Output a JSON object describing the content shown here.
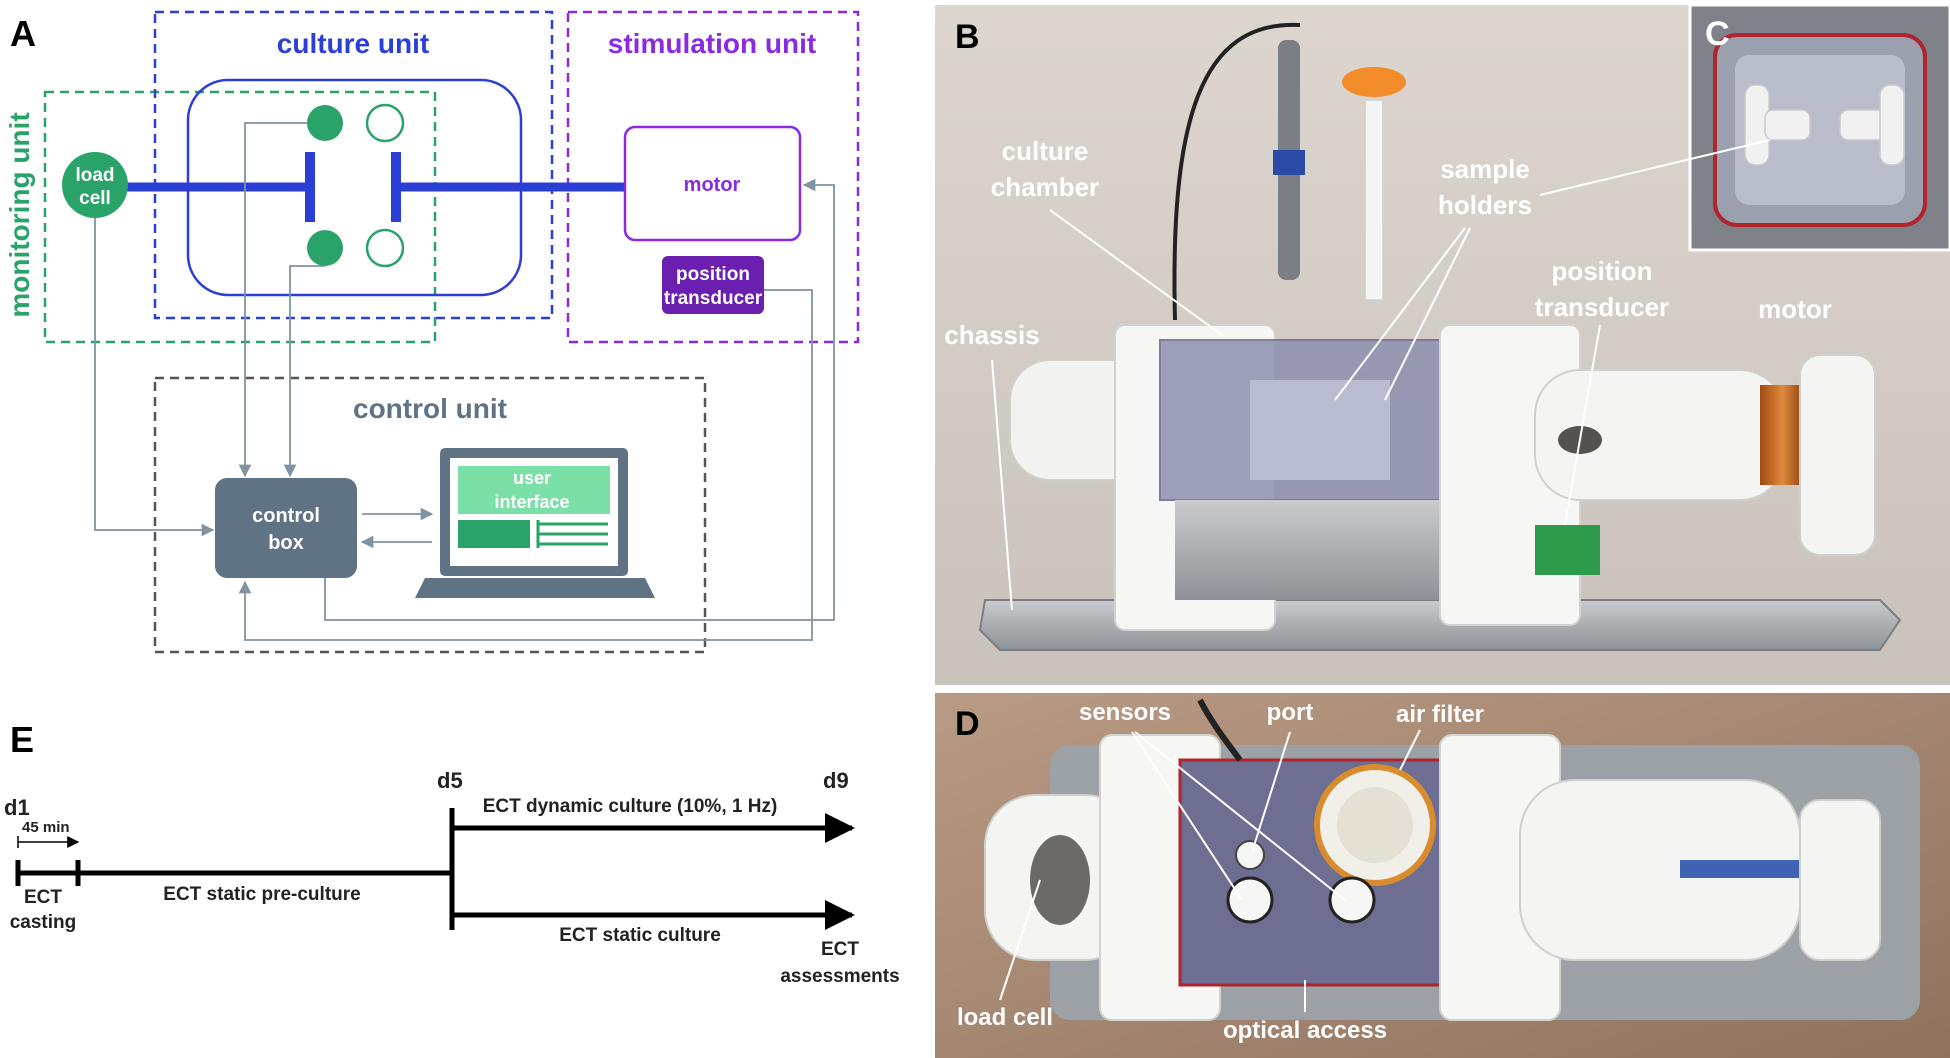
{
  "panels": {
    "a": "A",
    "b": "B",
    "c": "C",
    "d": "D",
    "e": "E"
  },
  "schematic": {
    "monitoring_unit": "monitoring unit",
    "culture_unit": "culture unit",
    "stimulation_unit": "stimulation unit",
    "control_unit": "control unit",
    "load_cell_line1": "load",
    "load_cell_line2": "cell",
    "motor": "motor",
    "position_transducer_line1": "position",
    "position_transducer_line2": "transducer",
    "control_box_line1": "control",
    "control_box_line2": "box",
    "user_interface_line1": "user",
    "user_interface_line2": "interface"
  },
  "photo_b": {
    "culture_chamber_line1": "culture",
    "culture_chamber_line2": "chamber",
    "sample_holders_line1": "sample",
    "sample_holders_line2": "holders",
    "position_transducer_line1": "position",
    "position_transducer_line2": "transducer",
    "motor": "motor",
    "chassis": "chassis"
  },
  "photo_d": {
    "sensors": "sensors",
    "port": "port",
    "air_filter": "air filter",
    "load_cell": "load cell",
    "optical_access": "optical access"
  },
  "timeline": {
    "d1": "d1",
    "d5": "d5",
    "d9": "d9",
    "duration": "45 min",
    "casting_line1": "ECT",
    "casting_line2": "casting",
    "static_preculture": "ECT static pre-culture",
    "dynamic_culture": "ECT dynamic culture (10%, 1 Hz)",
    "static_culture": "ECT static culture",
    "assessments_line1": "ECT",
    "assessments_line2": "assessments"
  },
  "colors": {
    "blue": "#2b3fd6",
    "purple": "#8a2be2",
    "green": "#2aa36b",
    "slate": "#5f7385",
    "gray_dash": "#555555"
  }
}
